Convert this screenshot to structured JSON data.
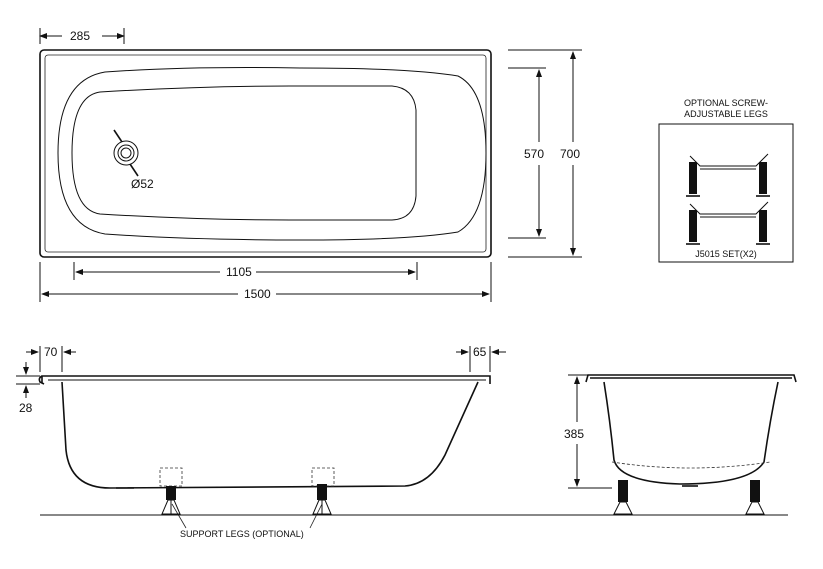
{
  "top_view": {
    "dim_285": "285",
    "dim_570": "570",
    "dim_700": "700",
    "dim_1105": "1105",
    "dim_1500": "1500",
    "drain": "Ø52"
  },
  "side_view": {
    "dim_70": "70",
    "dim_65": "65",
    "dim_28": "28",
    "support_legs": "SUPPORT LEGS (OPTIONAL)"
  },
  "end_view": {
    "dim_385": "385"
  },
  "legs_box": {
    "title_line1": "OPTIONAL SCREW-",
    "title_line2": "ADJUSTABLE LEGS",
    "caption": "J5015 SET(X2)"
  }
}
